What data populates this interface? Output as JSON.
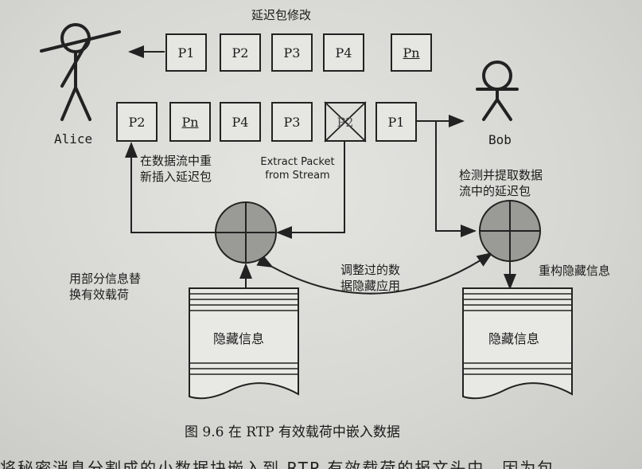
{
  "title": "延迟包修改",
  "actors": {
    "left": "Alice",
    "right": "Bob"
  },
  "top_row": [
    "P1",
    "P2",
    "P3",
    "P4",
    "Pn"
  ],
  "bottom_row": [
    "P2",
    "Pn",
    "P4",
    "P3",
    "P2",
    "P1"
  ],
  "labels": {
    "reinsert": [
      "在数据流中重",
      "新插入延迟包"
    ],
    "extract": [
      "Extract Packet",
      "from Stream"
    ],
    "detect": [
      "检测并提取数据",
      "流中的延迟包"
    ],
    "replace": [
      "用部分信息替",
      "换有效载荷"
    ],
    "adjusted": [
      "调整过的数",
      "据隐藏应用"
    ],
    "reconstruct": "重构隐藏信息"
  },
  "documents": {
    "left": "隐藏信息",
    "right": "隐藏信息"
  },
  "caption": "图 9.6   在 RTP 有效载荷中嵌入数据",
  "cut_text": "将秘密消息分割成的小数据块嵌入到 RTP 有效载荷的报文头中，因为包"
}
